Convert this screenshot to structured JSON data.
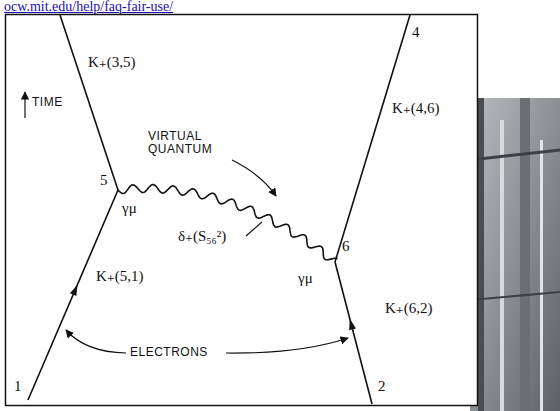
{
  "diagram": {
    "labels": [
      "ocw.mit.edu/help/faq-fair-use/",
      "K₊(3,5)",
      "VIRTUAL QUANTUM",
      "TIME",
      "4",
      "K₊(4,6)",
      "5",
      "γμ",
      "δ₊(S₅₆²)",
      "6",
      "γμ",
      "K₊(5,1)",
      "K₊(6,2)",
      "1",
      "ELECTRONS",
      "2"
    ]
  }
}
